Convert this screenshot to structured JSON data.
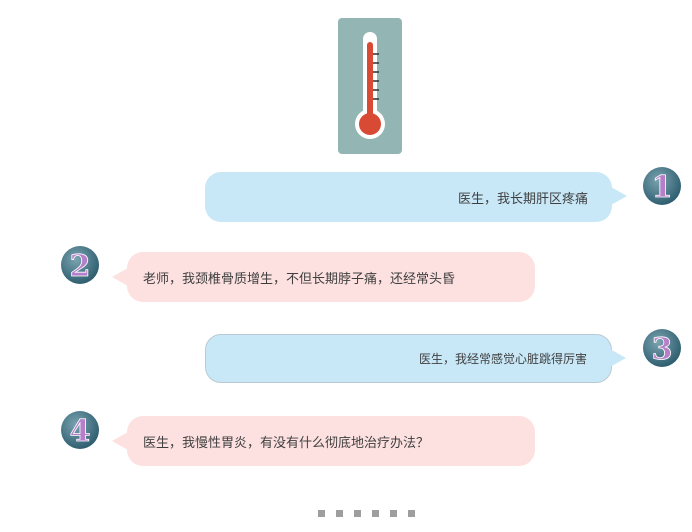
{
  "header": {
    "icon": "thermometer-icon"
  },
  "messages": [
    {
      "number": "1",
      "text": "医生，我长期肝区疼痛",
      "side": "patient",
      "color": "#c8e8f8"
    },
    {
      "number": "2",
      "text": "老师，我颈椎骨质增生，不但长期脖子痛，还经常头昏",
      "side": "doctor",
      "color": "#fde1e0"
    },
    {
      "number": "3",
      "text": "医生，我经常感觉心脏跳得厉害",
      "side": "patient",
      "color": "#c8e8f8"
    },
    {
      "number": "4",
      "text": "医生，我慢性胃炎，有没有什么彻底地治疗办法？",
      "side": "doctor",
      "color": "#fde1e0"
    }
  ],
  "pagination": {
    "dot_count": 6
  },
  "colors": {
    "thermometer_bg": "#93b5b3",
    "thermometer_red": "#d84a34",
    "badge_dark": "#2f5f70",
    "badge_glyph": "#b57fc9"
  }
}
